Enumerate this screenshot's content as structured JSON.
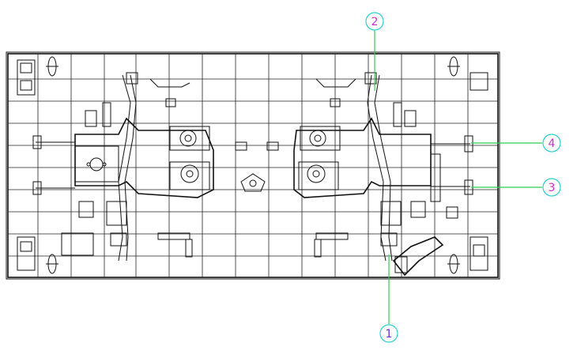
{
  "callouts": [
    {
      "label": "1",
      "color": "#6a2bd8",
      "line_color": "#2ad04a"
    },
    {
      "label": "2",
      "color": "#d02bd0",
      "line_color": "#2ad04a"
    },
    {
      "label": "3",
      "color": "#d02bd0",
      "line_color": "#2ad04a"
    },
    {
      "label": "4",
      "color": "#d02bd0",
      "line_color": "#2ad04a"
    }
  ],
  "colors": {
    "drawing": "#111111",
    "background": "#ffffff",
    "circle_stroke": "#2ad0d0"
  }
}
